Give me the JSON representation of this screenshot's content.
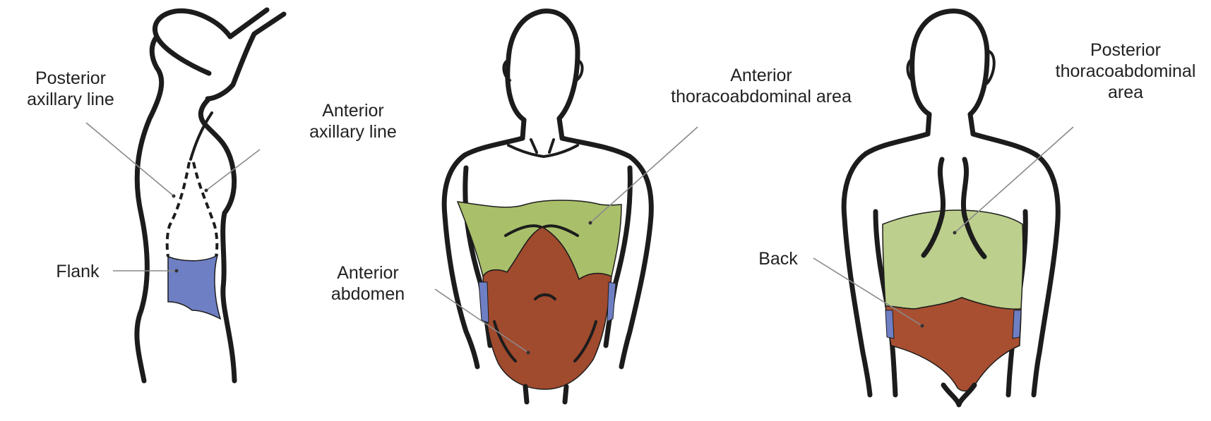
{
  "figure": {
    "side_view": {
      "labels": {
        "posterior_axillary_line": [
          "Posterior",
          "axillary line"
        ],
        "anterior_axillary_line": [
          "Anterior",
          "axillary line"
        ],
        "flank": "Flank"
      }
    },
    "front_view": {
      "labels": {
        "anterior_thoracoabdominal_area": [
          "Anterior",
          "thoracoabdominal area"
        ],
        "anterior_abdomen": [
          "Anterior",
          "abdomen"
        ]
      }
    },
    "back_view": {
      "labels": {
        "posterior_thoracoabdominal_area": [
          "Posterior",
          "thoracoabdominal",
          "area"
        ],
        "back": "Back"
      }
    }
  },
  "colors": {
    "flank_fill": "#6f7fc4",
    "thoracoabdominal_fill": "#a9bf6a",
    "abdomen_fill": "#a04a2e",
    "back_thoracoabdominal_fill": "#bccf8c",
    "back_fill": "#a94f31",
    "outline": "#1c1c1c",
    "leader": "#8a8a8a"
  }
}
